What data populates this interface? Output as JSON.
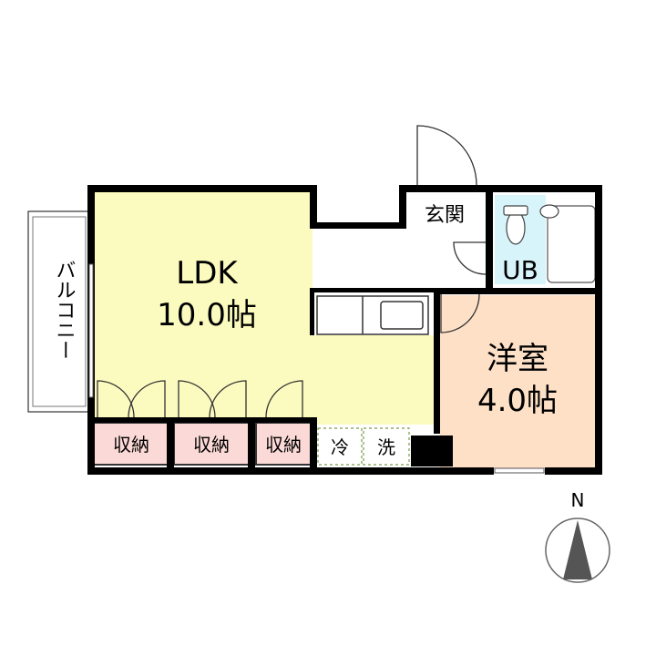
{
  "rooms": {
    "ldk": {
      "name": "LDK",
      "size": "10.0帖",
      "color": "#fbfbbf"
    },
    "western": {
      "name": "洋室",
      "size": "4.0帖",
      "color": "#fde0c6"
    },
    "bath": {
      "name": "UB",
      "color": "#d7f4fb"
    },
    "entrance": {
      "name": "玄関"
    },
    "balcony": {
      "name": "バルコニー"
    }
  },
  "storage": {
    "label": "収納",
    "color": "#fbd9d7",
    "count": 3
  },
  "fixtures": {
    "fridge": "冷",
    "washer": "洗"
  },
  "compass": {
    "label": "N"
  }
}
